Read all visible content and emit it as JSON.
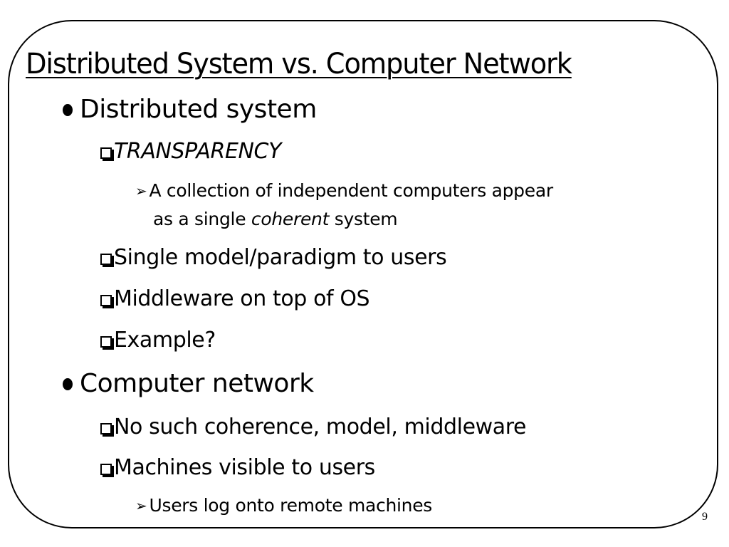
{
  "slide": {
    "title": "Distributed System vs. Computer Network",
    "page_number": "9",
    "items": [
      {
        "text": "Distributed system",
        "bullet": "filled-circle-bullet"
      },
      {
        "text": "TRANSPARENCY",
        "bullet": "checkbox-bullet"
      },
      {
        "text_before": "A collection of independent computers appear",
        "text_line2_before": "as a single ",
        "text_italic": "coherent",
        "text_after": " system",
        "bullet": "arrowhead-bullet"
      },
      {
        "text": "Single model/paradigm to users",
        "bullet": "checkbox-bullet"
      },
      {
        "text": "Middleware on top of OS",
        "bullet": "checkbox-bullet"
      },
      {
        "text": "Example?",
        "bullet": "checkbox-bullet"
      },
      {
        "text": "Computer network",
        "bullet": "filled-circle-bullet"
      },
      {
        "text": "No such coherence, model, middleware",
        "bullet": "checkbox-bullet"
      },
      {
        "text": "Machines visible to users",
        "bullet": "checkbox-bullet"
      },
      {
        "text": "Users log onto remote machines",
        "bullet": "arrowhead-bullet"
      }
    ]
  }
}
